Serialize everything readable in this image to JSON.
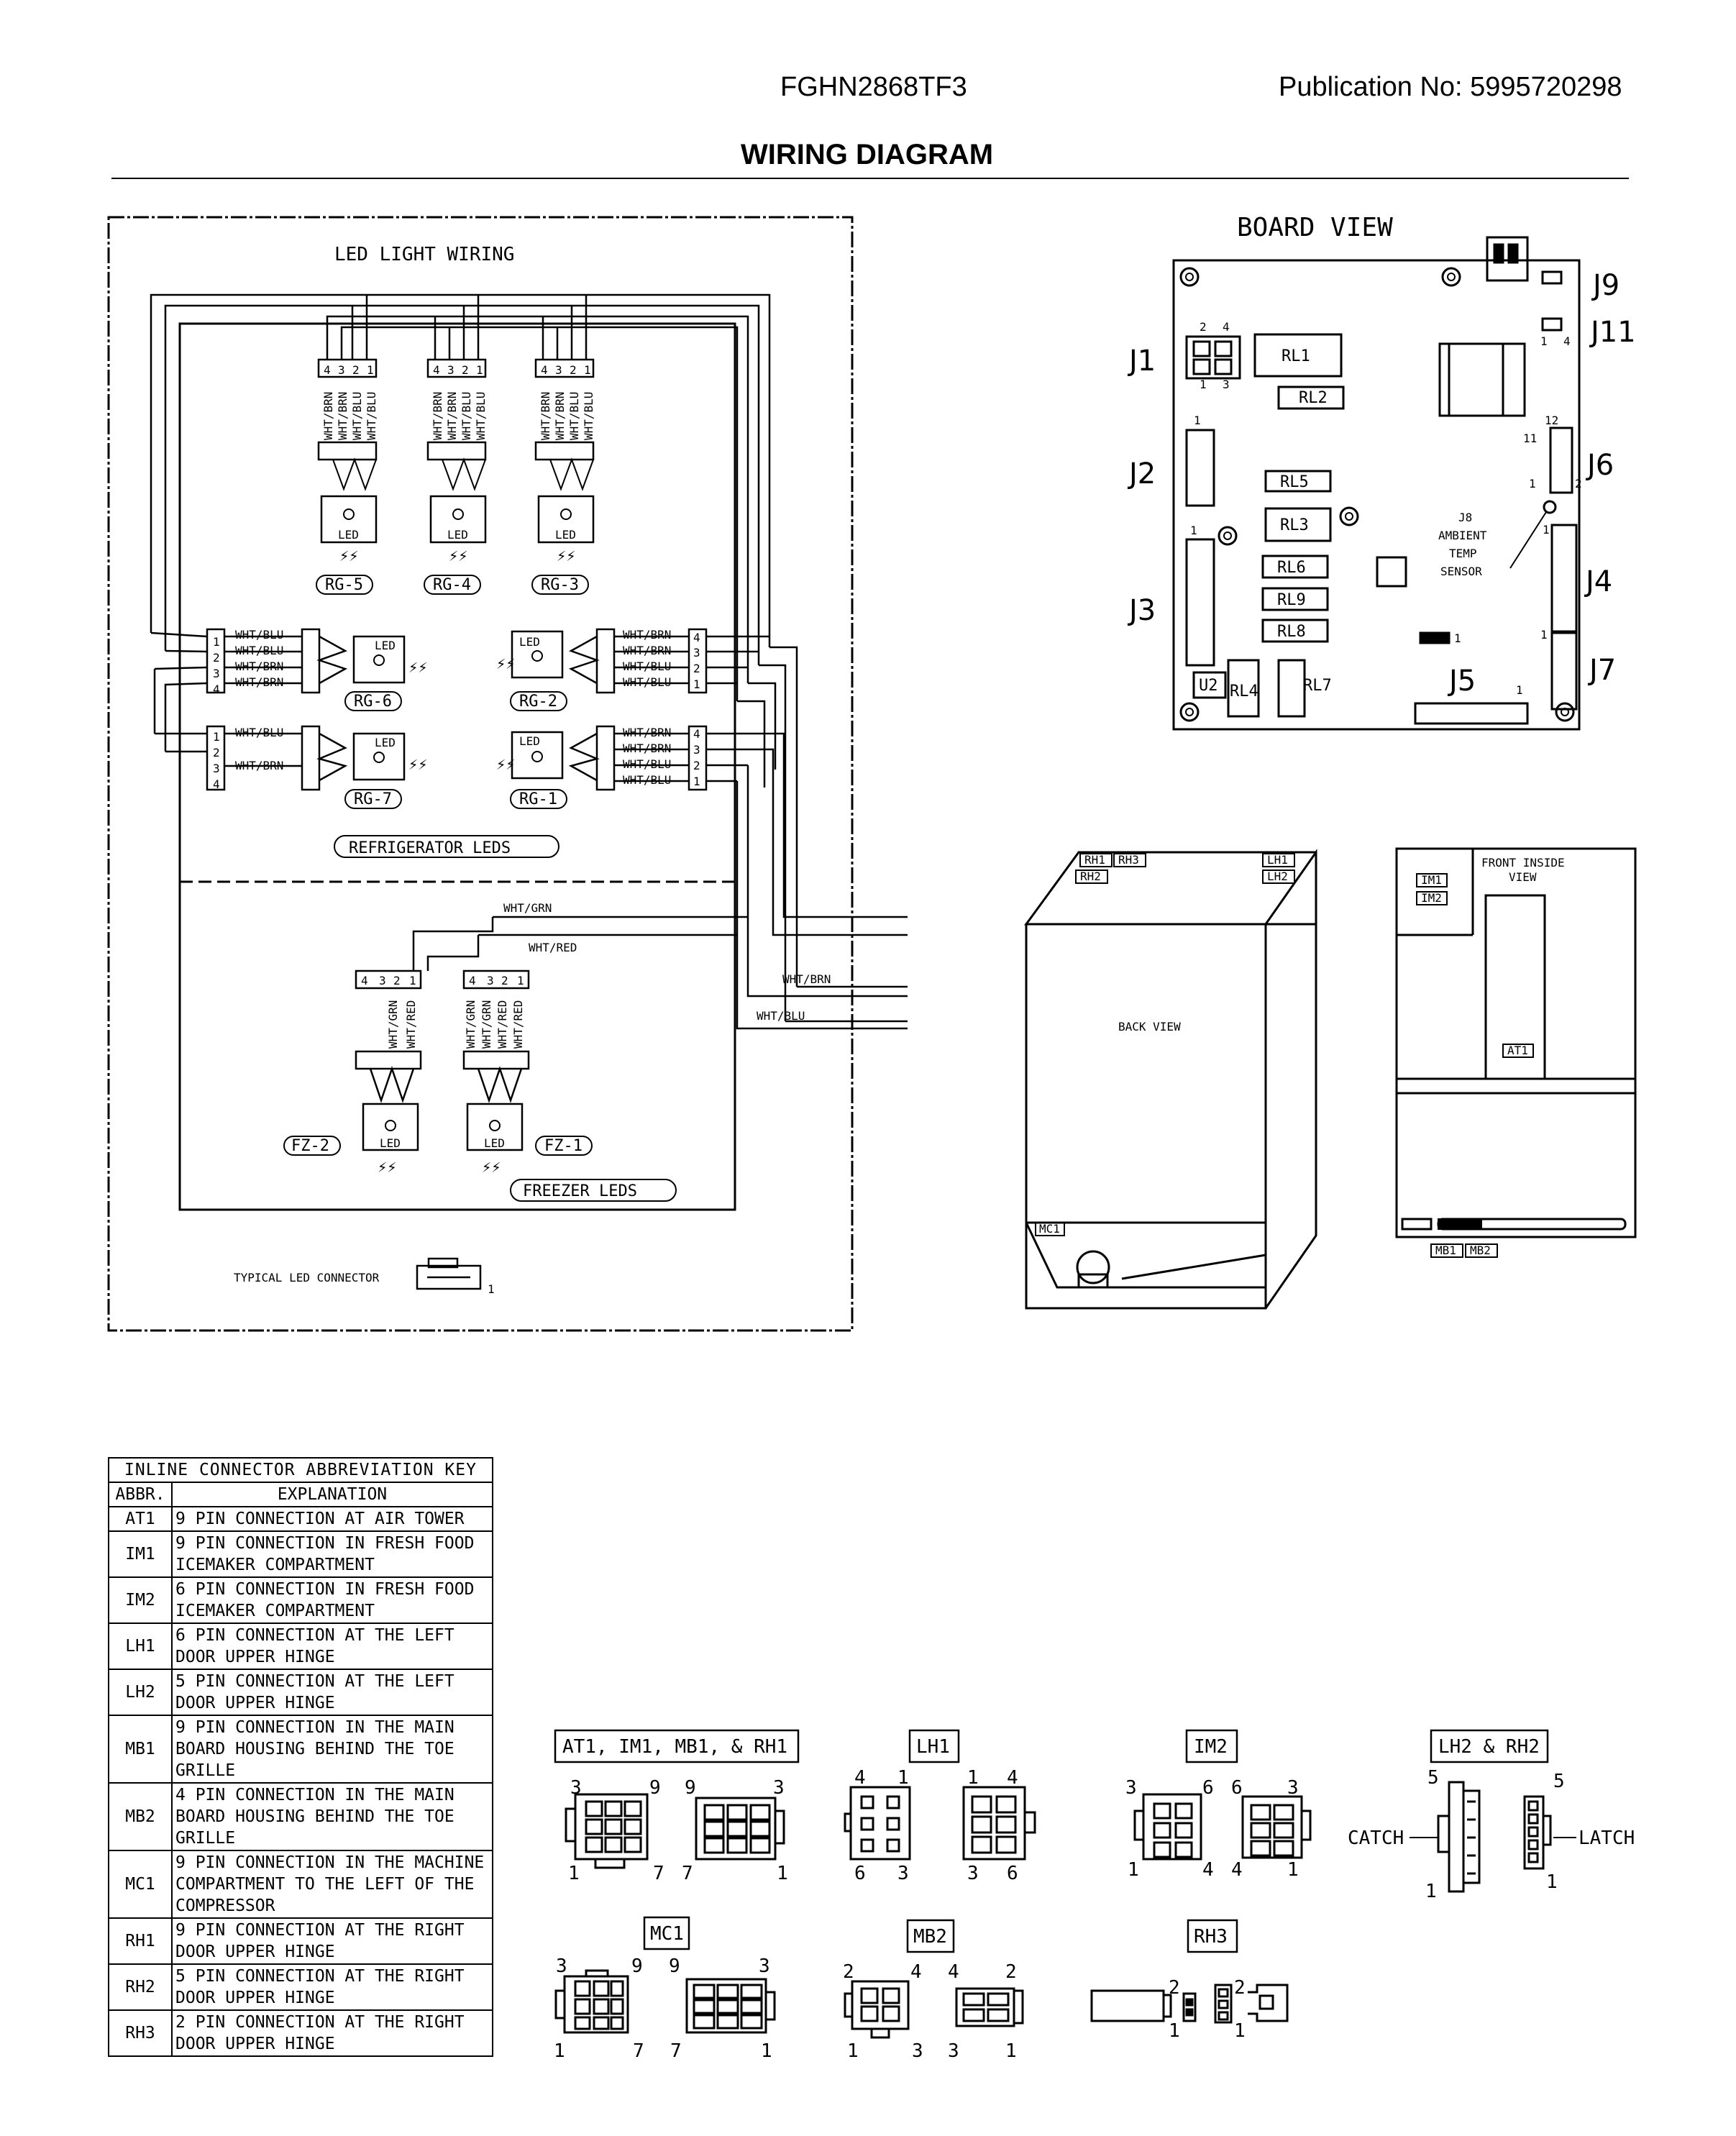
{
  "header": {
    "model": "FGHN2868TF3",
    "publication": "Publication No:  5995720298",
    "title": "WIRING DIAGRAM"
  },
  "led_panel": {
    "title": "LED LIGHT WIRING",
    "pins4": [
      "4",
      "3",
      "2",
      "1"
    ],
    "pins_col": [
      "1",
      "2",
      "3",
      "4"
    ],
    "wire_top": [
      "WHT/BRN",
      "WHT/BRN",
      "WHT/BLU",
      "WHT/BLU"
    ],
    "wires_left_rg6": [
      "WHT/BLU",
      "WHT/BLU",
      "WHT/BRN",
      "WHT/BRN"
    ],
    "wires_left_rg7": [
      "WHT/BLU",
      "WHT/BRN"
    ],
    "wires_right_rg2": [
      "WHT/BRN",
      "WHT/BRN",
      "WHT/BLU",
      "WHT/BLU"
    ],
    "wires_right_rg1": [
      "WHT/BRN",
      "WHT/BRN",
      "WHT/BLU",
      "WHT/BLU"
    ],
    "led_text": "LED",
    "rg5": "RG-5",
    "rg4": "RG-4",
    "rg3": "RG-3",
    "rg6": "RG-6",
    "rg2": "RG-2",
    "rg7": "RG-7",
    "rg1": "RG-1",
    "fridge_label": "REFRIGERATOR LEDS",
    "freezer_label": "FREEZER LEDS",
    "wht_grn": "WHT/GRN",
    "wht_red": "WHT/RED",
    "wht_brn": "WHT/BRN",
    "wht_blu": "WHT/BLU",
    "fz2_wires": [
      "WHT/GRN",
      "WHT/RED"
    ],
    "fz1_wires": [
      "WHT/GRN",
      "WHT/GRN",
      "WHT/RED",
      "WHT/RED"
    ],
    "fz2": "FZ-2",
    "fz1": "FZ-1",
    "typical": "TYPICAL LED CONNECTOR",
    "typical_pin": "1"
  },
  "board": {
    "title": "BOARD VIEW",
    "j1": "J1",
    "j2": "J2",
    "j3": "J3",
    "j4": "J4",
    "j5": "J5",
    "j6": "J6",
    "j7": "J7",
    "j9": "J9",
    "j11": "J11",
    "rl1": "RL1",
    "rl2": "RL2",
    "rl3": "RL3",
    "rl4": "RL4",
    "rl5": "RL5",
    "rl6": "RL6",
    "rl7": "RL7",
    "rl8": "RL8",
    "rl9": "RL9",
    "u2": "U2",
    "j8_lines": [
      "J8",
      "AMBIENT",
      "TEMP",
      "SENSOR"
    ],
    "p1": "1",
    "p2": "2",
    "p3": "3",
    "p4": "4",
    "p11": "11",
    "p12": "12"
  },
  "back_view": {
    "label": "BACK VIEW",
    "rh1": "RH1",
    "rh2": "RH2",
    "rh3": "RH3",
    "lh1": "LH1",
    "lh2": "LH2",
    "mc1": "MC1"
  },
  "front_view": {
    "label_lines": [
      "FRONT INSIDE",
      "VIEW"
    ],
    "im1": "IM1",
    "im2": "IM2",
    "at1": "AT1",
    "mb1": "MB1",
    "mb2": "MB2"
  },
  "key_table": {
    "title": "INLINE CONNECTOR ABBREVIATION KEY",
    "col_abbr": "ABBR.",
    "col_expl": "EXPLANATION",
    "rows": [
      {
        "abbr": "AT1",
        "text": "9 PIN CONNECTION AT AIR TOWER"
      },
      {
        "abbr": "IM1",
        "text": "9 PIN CONNECTION IN FRESH FOOD ICEMAKER COMPARTMENT"
      },
      {
        "abbr": "IM2",
        "text": "6 PIN CONNECTION IN FRESH FOOD ICEMAKER COMPARTMENT"
      },
      {
        "abbr": "LH1",
        "text": "6 PIN CONNECTION AT THE LEFT DOOR UPPER HINGE"
      },
      {
        "abbr": "LH2",
        "text": "5 PIN CONNECTION AT THE LEFT DOOR UPPER HINGE"
      },
      {
        "abbr": "MB1",
        "text": "9 PIN CONNECTION IN THE MAIN BOARD HOUSING BEHIND THE TOE GRILLE"
      },
      {
        "abbr": "MB2",
        "text": "4 PIN CONNECTION IN THE MAIN BOARD HOUSING BEHIND THE TOE GRILLE"
      },
      {
        "abbr": "MC1",
        "text": "9 PIN CONNECTION IN THE MACHINE COMPARTMENT TO THE LEFT OF THE COMPRESSOR"
      },
      {
        "abbr": "RH1",
        "text": "9 PIN CONNECTION AT THE RIGHT DOOR UPPER HINGE"
      },
      {
        "abbr": "RH2",
        "text": "5 PIN CONNECTION AT THE RIGHT DOOR UPPER HINGE"
      },
      {
        "abbr": "RH3",
        "text": "2 PIN CONNECTION AT THE RIGHT DOOR UPPER HINGE"
      }
    ]
  },
  "connectors": {
    "at1_group": "AT1, IM1, MB1, & RH1",
    "lh1": "LH1",
    "im2": "IM2",
    "lh2_rh2": "LH2 & RH2",
    "mc1": "MC1",
    "mb2": "MB2",
    "rh3": "RH3",
    "catch": "CATCH",
    "latch": "LATCH",
    "n1": "1",
    "n2": "2",
    "n3": "3",
    "n4": "4",
    "n5": "5",
    "n6": "6",
    "n7": "7",
    "n9": "9"
  }
}
